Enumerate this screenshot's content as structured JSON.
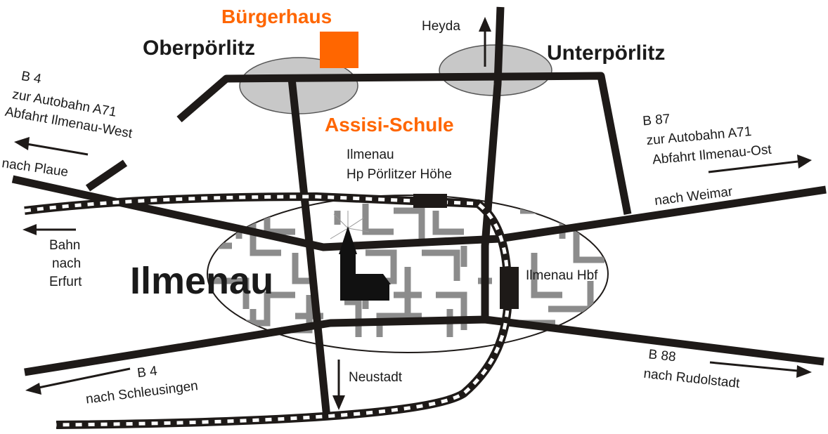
{
  "title_venue": "Bürgerhaus",
  "school": "Assisi-Schule",
  "town": "Ilmenau",
  "villages": {
    "oberpoerlitz": "Oberpörlitz",
    "unterpoerlitz": "Unterpörlitz"
  },
  "directions": {
    "heyda": "Heyda",
    "b4_west": {
      "road": "B 4",
      "line1": "zur Autobahn A71",
      "line2": "Abfahrt Ilmenau-West"
    },
    "plaue": "nach Plaue",
    "erfurt": {
      "line1": "Bahn",
      "line2": "nach",
      "line3": "Erfurt"
    },
    "b87": {
      "road": "B 87",
      "line1": "zur Autobahn A71",
      "line2": "Abfahrt Ilmenau-Ost"
    },
    "weimar": "nach Weimar",
    "b4_south": {
      "road": "B 4",
      "line1": "nach Schleusingen"
    },
    "neustadt": "Neustadt",
    "b88": {
      "road": "B 88",
      "line1": "nach Rudolstadt"
    }
  },
  "stations": {
    "hp": {
      "line1": "Ilmenau",
      "line2": "Hp Pörlitzer Höhe"
    },
    "hbf": "Ilmenau Hbf"
  },
  "colors": {
    "accent": "#ff6600",
    "road": "#1e1a18",
    "area": "#c8c8c8",
    "maze": "#8c8c8c"
  }
}
